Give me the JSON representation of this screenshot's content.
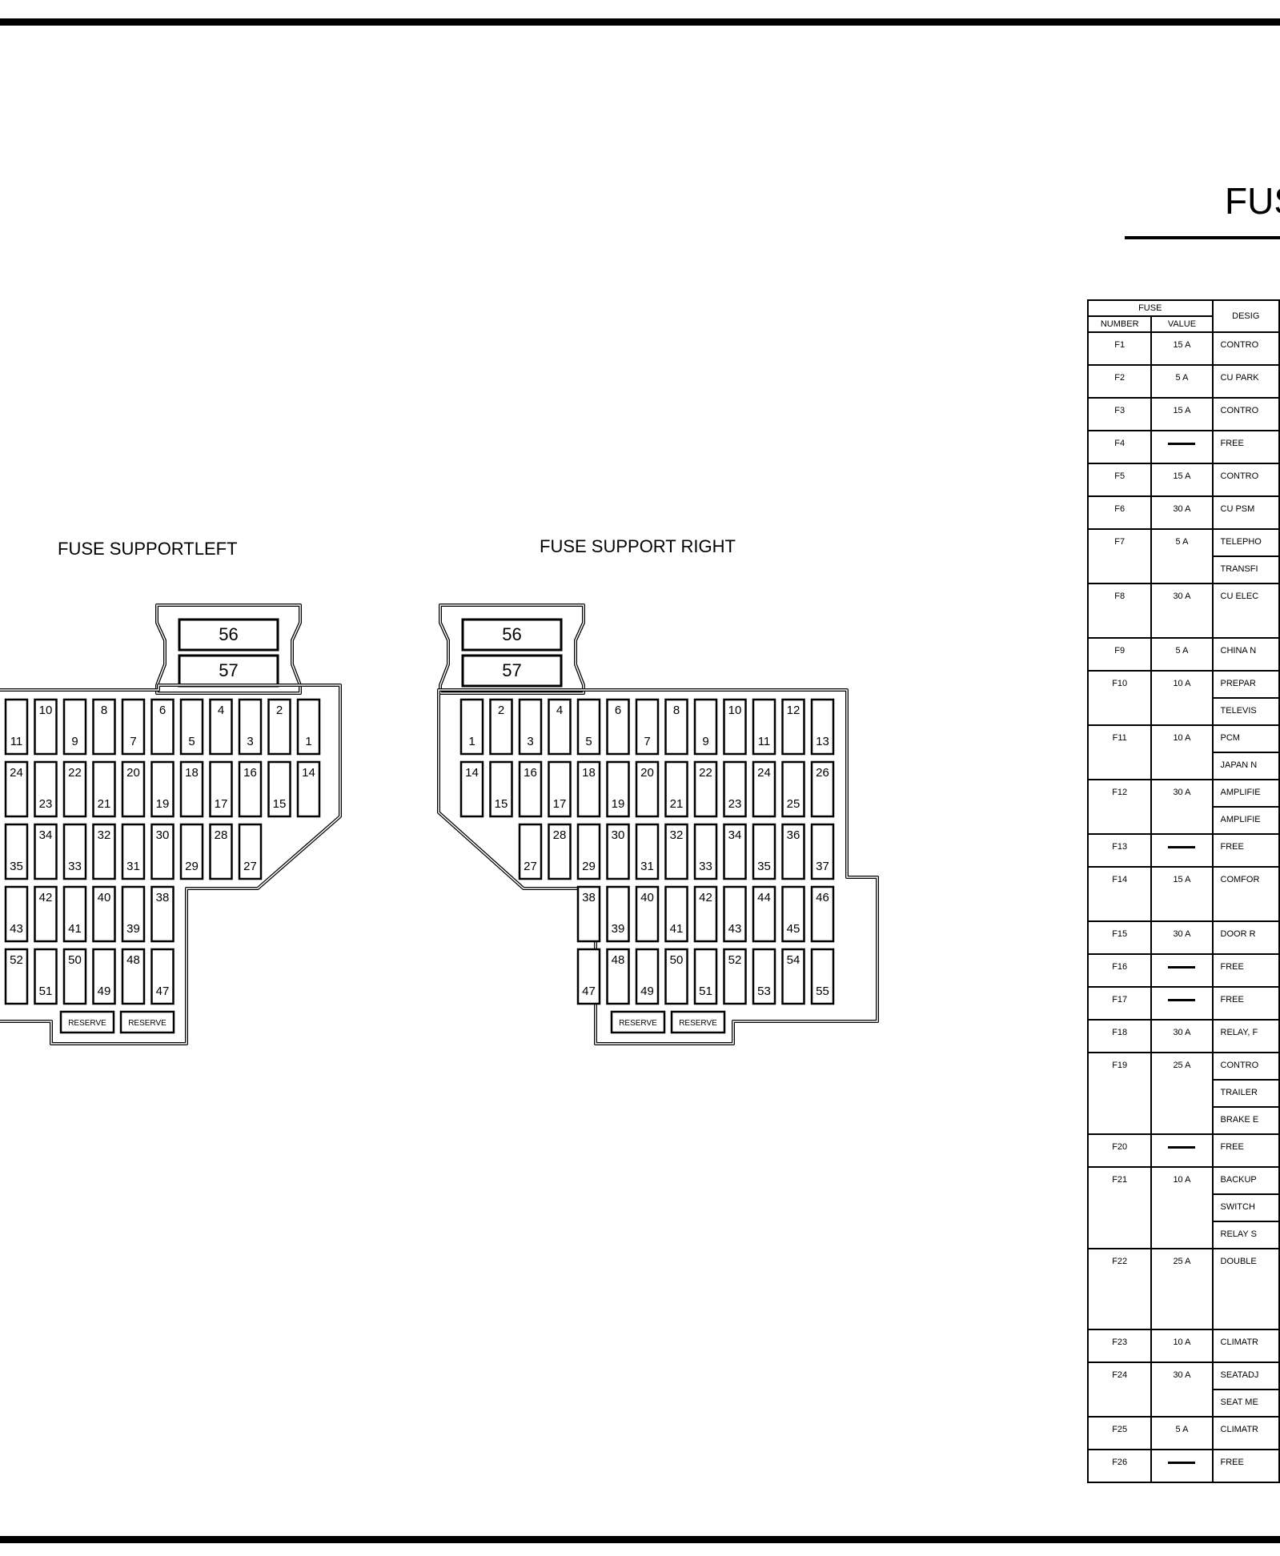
{
  "page_title": "FUS",
  "left_panel": {
    "title": "FUSE SUPPORTLEFT",
    "top_fuses": [
      "56",
      "57"
    ],
    "reserve": [
      "RESERVE",
      "RESERVE"
    ],
    "rows": [
      [
        "11",
        "10",
        "9",
        "8",
        "7",
        "6",
        "5",
        "4",
        "3",
        "2",
        "1"
      ],
      [
        "24",
        "23",
        "22",
        "21",
        "20",
        "19",
        "18",
        "17",
        "16",
        "15",
        "14"
      ],
      [
        "35",
        "34",
        "33",
        "32",
        "31",
        "30",
        "29",
        "28",
        "27"
      ],
      [
        "43",
        "42",
        "41",
        "40",
        "39",
        "38"
      ],
      [
        "52",
        "51",
        "50",
        "49",
        "48",
        "47"
      ]
    ]
  },
  "right_panel": {
    "title": "FUSE SUPPORT RIGHT",
    "top_fuses": [
      "56",
      "57"
    ],
    "reserve": [
      "RESERVE",
      "RESERVE"
    ],
    "rows": [
      [
        "1",
        "2",
        "3",
        "4",
        "5",
        "6",
        "7",
        "8",
        "9",
        "10",
        "11",
        "12",
        "13"
      ],
      [
        "14",
        "15",
        "16",
        "17",
        "18",
        "19",
        "20",
        "21",
        "22",
        "23",
        "24",
        "25",
        "26"
      ],
      [
        "27",
        "28",
        "29",
        "30",
        "31",
        "32",
        "33",
        "34",
        "35",
        "36",
        "37"
      ],
      [
        "38",
        "39",
        "40",
        "41",
        "42",
        "43",
        "44",
        "45",
        "46"
      ],
      [
        "47",
        "48",
        "49",
        "50",
        "51",
        "52",
        "53",
        "54",
        "55"
      ]
    ]
  },
  "fuse_table": {
    "header_group": "FUSE",
    "col_number": "NUMBER",
    "col_value": "VALUE",
    "col_designation": "DESIG",
    "rows": [
      {
        "number": "F1",
        "value": "15 A",
        "designations": [
          "CONTRO"
        ]
      },
      {
        "number": "F2",
        "value": "5 A",
        "designations": [
          "CU PARK"
        ]
      },
      {
        "number": "F3",
        "value": "15 A",
        "designations": [
          "CONTRO"
        ]
      },
      {
        "number": "F4",
        "value": "",
        "designations": [
          "FREE"
        ]
      },
      {
        "number": "F5",
        "value": "15 A",
        "designations": [
          "CONTRO"
        ]
      },
      {
        "number": "F6",
        "value": "30 A",
        "designations": [
          "CU PSM"
        ]
      },
      {
        "number": "F7",
        "value": "5 A",
        "designations": [
          "TELEPHO",
          "TRANSFI"
        ]
      },
      {
        "number": "F8",
        "value": "30 A",
        "designations": [
          "CU ELEC"
        ],
        "tall": true
      },
      {
        "number": "F9",
        "value": "5 A",
        "designations": [
          "CHINA N"
        ]
      },
      {
        "number": "F10",
        "value": "10 A",
        "designations": [
          "PREPAR",
          "TELEVIS"
        ]
      },
      {
        "number": "F11",
        "value": "10 A",
        "designations": [
          "PCM",
          "JAPAN N"
        ]
      },
      {
        "number": "F12",
        "value": "30 A",
        "designations": [
          "AMPLIFIE",
          "AMPLIFIE"
        ]
      },
      {
        "number": "F13",
        "value": "",
        "designations": [
          "FREE"
        ]
      },
      {
        "number": "F14",
        "value": "15 A",
        "designations": [
          "COMFOR"
        ],
        "tall": true
      },
      {
        "number": "F15",
        "value": "30 A",
        "designations": [
          "DOOR R"
        ]
      },
      {
        "number": "F16",
        "value": "",
        "designations": [
          "FREE"
        ]
      },
      {
        "number": "F17",
        "value": "",
        "designations": [
          "FREE"
        ]
      },
      {
        "number": "F18",
        "value": "30 A",
        "designations": [
          "RELAY, F"
        ]
      },
      {
        "number": "F19",
        "value": "25 A",
        "designations": [
          "CONTRO",
          "TRAILER",
          "BRAKE E"
        ]
      },
      {
        "number": "F20",
        "value": "",
        "designations": [
          "FREE"
        ]
      },
      {
        "number": "F21",
        "value": "10 A",
        "designations": [
          "BACKUP",
          "SWITCH",
          "RELAY S"
        ]
      },
      {
        "number": "F22",
        "value": "25 A",
        "designations": [
          "DOUBLE"
        ],
        "xtall": true
      },
      {
        "number": "F23",
        "value": "10 A",
        "designations": [
          "CLIMATR"
        ]
      },
      {
        "number": "F24",
        "value": "30 A",
        "designations": [
          "SEATADJ",
          "SEAT ME"
        ]
      },
      {
        "number": "F25",
        "value": "5 A",
        "designations": [
          "CLIMATR"
        ]
      },
      {
        "number": "F26",
        "value": "",
        "designations": [
          "FREE"
        ]
      }
    ]
  }
}
